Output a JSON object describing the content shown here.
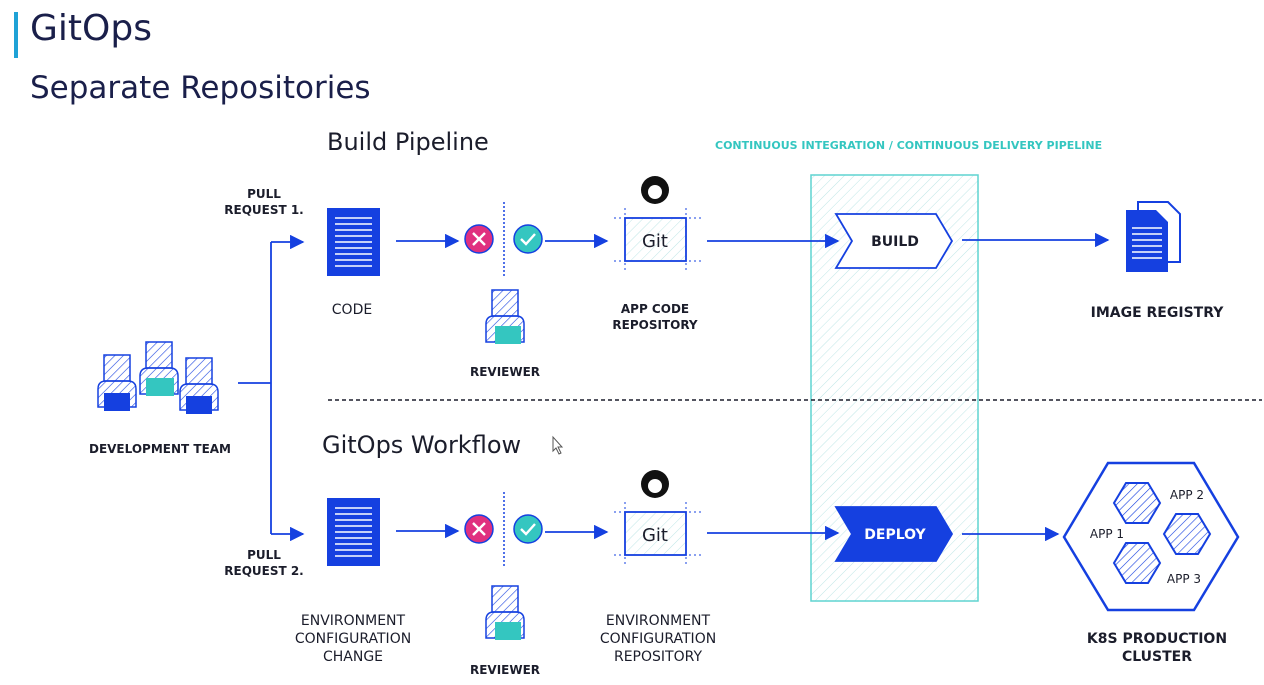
{
  "title": "GitOps",
  "subtitle": "Separate Repositories",
  "build_pipeline": {
    "heading": "Build Pipeline",
    "pull_request": [
      "PULL",
      "REQUEST 1."
    ],
    "code_label": "CODE",
    "reviewer_label": "REVIEWER",
    "git_text": "Git",
    "repo_label": [
      "APP  CODE",
      "REPOSITORY"
    ],
    "stage_label": "BUILD",
    "target_label": "IMAGE REGISTRY"
  },
  "gitops_workflow": {
    "heading": "GitOps Workflow",
    "pull_request": [
      "PULL",
      "REQUEST 2."
    ],
    "change_label": [
      "ENVIRONMENT",
      "CONFIGURATION",
      "CHANGE"
    ],
    "reviewer_label": "REVIEWER",
    "git_text": "Git",
    "repo_label": [
      "ENVIRONMENT",
      "CONFIGURATION",
      "REPOSITORY"
    ],
    "stage_label": "DEPLOY",
    "cluster": {
      "apps": [
        "APP 1",
        "APP 2",
        "APP 3"
      ],
      "label": [
        "K8S PRODUCTION",
        "CLUSTER"
      ]
    }
  },
  "ci_cd_label": "CONTINUOUS INTEGRATION / CONTINUOUS DELIVERY PIPELINE",
  "team_label": "DEVELOPMENT TEAM",
  "colors": {
    "accent": "#1fa2d6",
    "primary_blue": "#1540e0",
    "reject": "#e0307f",
    "approve": "#34c6c0",
    "title": "#1a1f4a"
  }
}
